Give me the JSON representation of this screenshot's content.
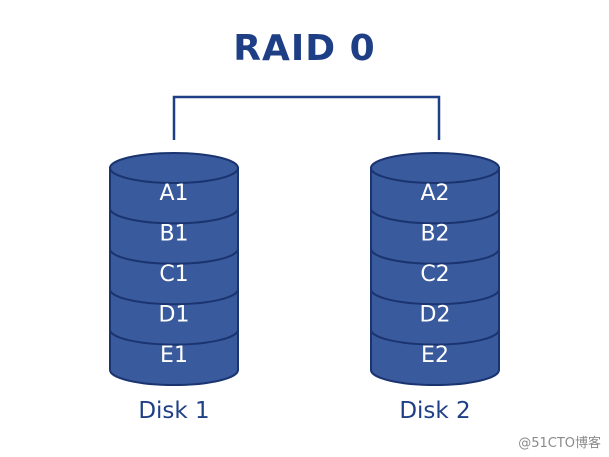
{
  "title": "RAID 0",
  "colors": {
    "accent": "#1e3f86",
    "disk_fill": "#3a5a9e",
    "disk_stroke": "#1a3470",
    "text_on_disk": "#ffffff"
  },
  "disks": [
    {
      "label": "Disk 1",
      "blocks": [
        "A1",
        "B1",
        "C1",
        "D1",
        "E1"
      ]
    },
    {
      "label": "Disk 2",
      "blocks": [
        "A2",
        "B2",
        "C2",
        "D2",
        "E2"
      ]
    }
  ],
  "watermark": "@51CTO博客"
}
